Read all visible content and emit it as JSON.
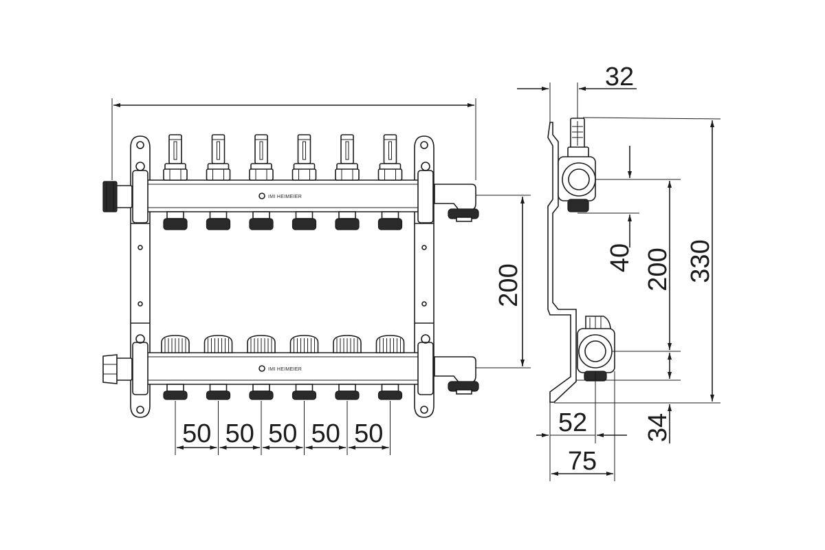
{
  "dimensions": {
    "overall_width_label": "",
    "side_depth_top": "32",
    "header_spacing": "200",
    "side_header_spacing": "200",
    "side_total_height": "330",
    "side_top_offset": "40",
    "side_bottom_offset": "34",
    "side_depth_lower": "52",
    "side_depth_total": "75",
    "outlet_spacing": [
      "50",
      "50",
      "50",
      "50",
      "50"
    ]
  },
  "brand": {
    "upper_bar": "IMI HEIMEIER",
    "lower_bar": "IMI HEIMEIER"
  },
  "manifold": {
    "outlet_count": 6
  }
}
